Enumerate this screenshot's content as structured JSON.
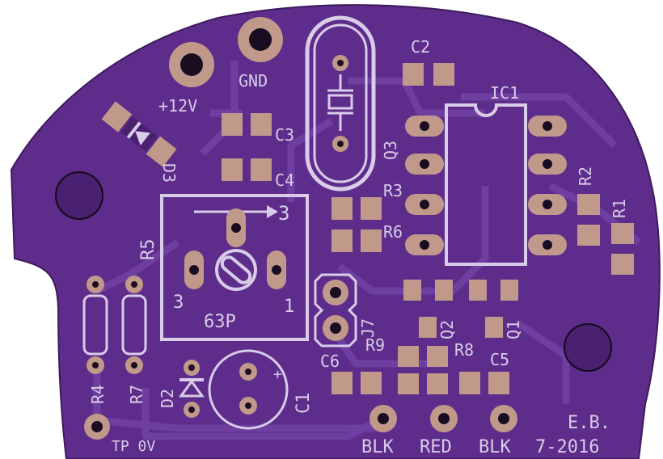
{
  "board": {
    "colors": {
      "background": "#ffffff",
      "substrate": "#5e2d8c",
      "trace": "#6e3ea0",
      "copper": "#c0998a",
      "silk": "#d8cce8",
      "hole": "#1a0d22"
    },
    "labels": {
      "gnd": "GND",
      "v12": "+12V",
      "c2": "C2",
      "ic1": "IC1",
      "c3": "C3",
      "c4": "C4",
      "q3": "Q3",
      "d3": "D3",
      "r3": "R3",
      "r6": "R6",
      "r2": "R2",
      "r1": "R1",
      "r5": "R5",
      "pot_top": "3",
      "pot_left": "3",
      "pot_right": "1",
      "pot_value": "63P",
      "j7": "J7",
      "q2": "Q2",
      "q1": "Q1",
      "r9": "R9",
      "r8": "R8",
      "c6": "C6",
      "c5": "C5",
      "r4": "R4",
      "r7": "R7",
      "d2": "D2",
      "c1": "C1",
      "c1_polarity": "+",
      "blk_left": "BLK",
      "red": "RED",
      "blk_right": "BLK",
      "tp": "TP 0V",
      "author": "E.B.",
      "date": "7-2016"
    }
  }
}
